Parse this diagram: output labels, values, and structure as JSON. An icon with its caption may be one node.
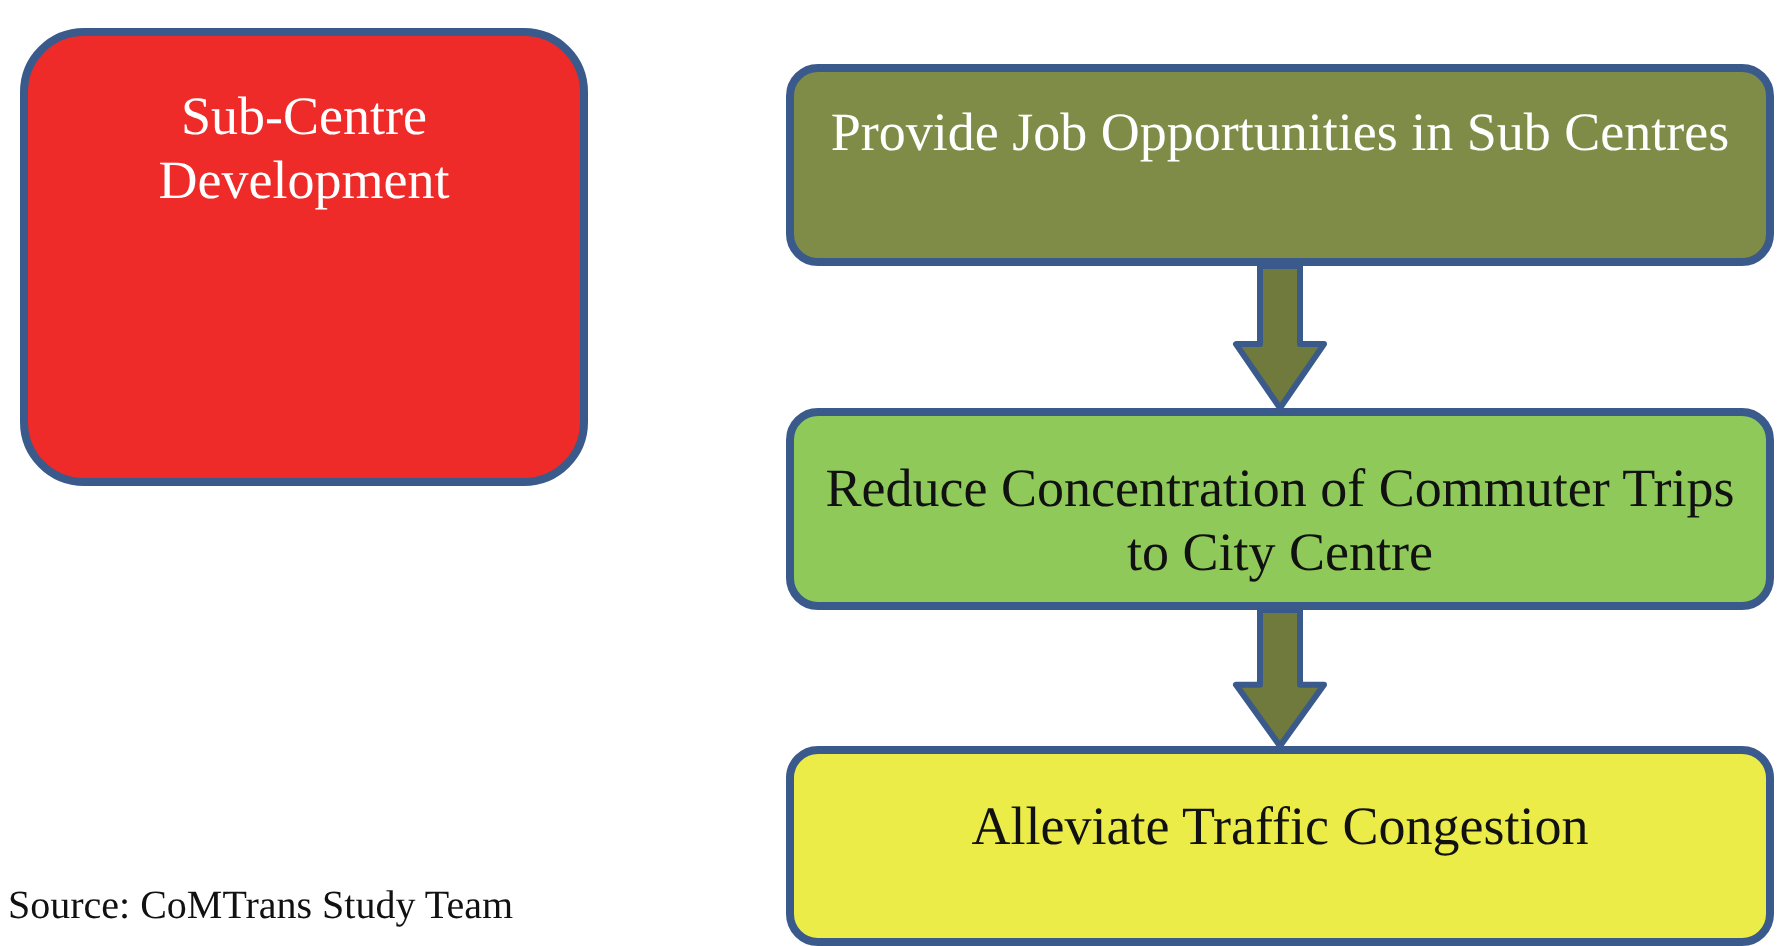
{
  "diagram": {
    "nodes": [
      {
        "text": [
          "Sub-Centre Development"
        ]
      },
      {
        "text": [
          "Provide Job Opportunities in Sub Centres"
        ]
      },
      {
        "text": [
          "Reduce Concentration of Commuter Trips to City Centre"
        ]
      },
      {
        "text": [
          "Alleviate Traffic Congestion"
        ]
      }
    ],
    "edges": [
      {
        "from": 1,
        "to": 2,
        "arrow": "to"
      },
      {
        "from": 2,
        "to": 3,
        "arrow": "to"
      }
    ],
    "labels": [
      "Source: CoMTrans Study Team"
    ]
  }
}
